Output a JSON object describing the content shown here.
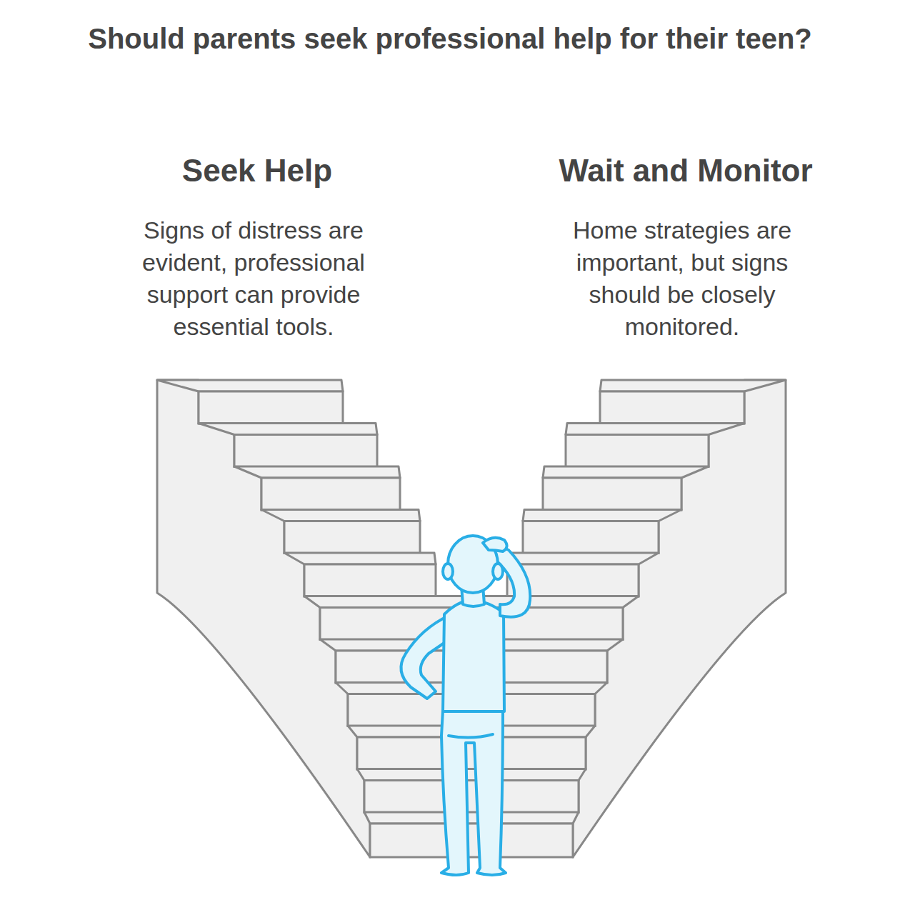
{
  "diagram": {
    "title": "Should parents seek professional help for their teen?",
    "labels": [
      "Seek Help",
      "Signs of distress are evident, professional support can provide essential tools.",
      "Wait and Monitor",
      "Home strategies are important, but signs should be closely monitored."
    ]
  }
}
